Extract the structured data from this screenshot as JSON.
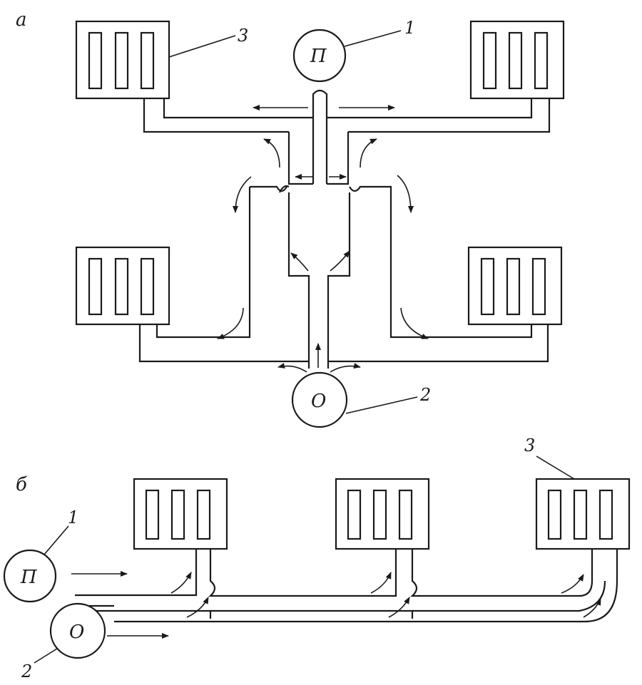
{
  "part_a": {
    "panel_letter": "а",
    "supply_symbol": "П",
    "return_symbol": "О",
    "supply_number": "1",
    "return_number": "2",
    "radiator_number": "3"
  },
  "part_b": {
    "panel_letter": "б",
    "supply_symbol": "П",
    "return_symbol": "О",
    "supply_number": "1",
    "return_number": "2",
    "radiator_number": "3"
  }
}
